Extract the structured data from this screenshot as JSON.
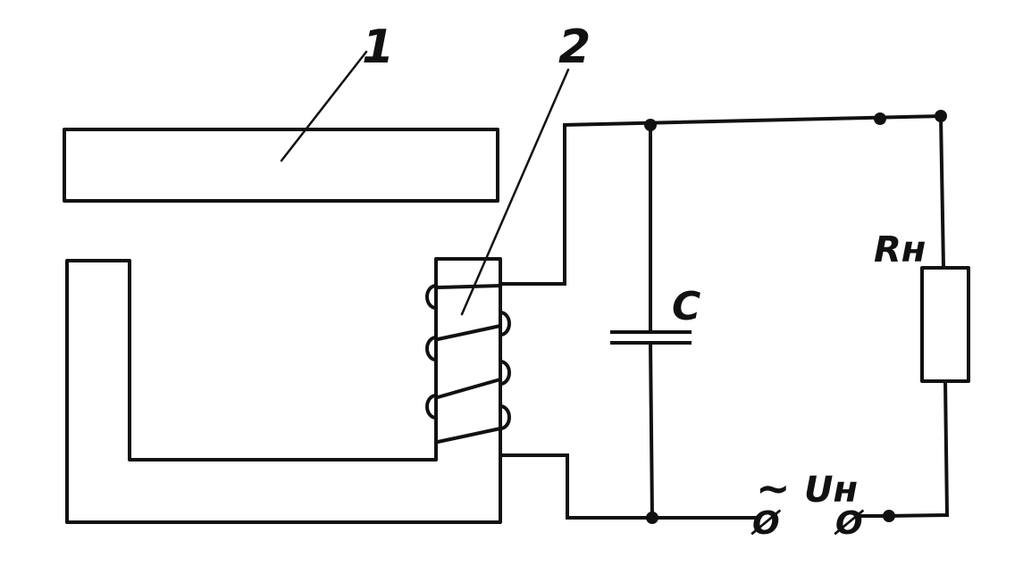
{
  "diagram": {
    "labels": {
      "part_1": "1",
      "part_2": "2",
      "capacitor": "C",
      "load_resistor": "Rн",
      "output_voltage": "Uн",
      "ac_symbol": "~",
      "terminal_left": "Ø",
      "terminal_right": "Ø"
    },
    "colors": {
      "ink": "#111111",
      "background": "#ffffff"
    }
  }
}
